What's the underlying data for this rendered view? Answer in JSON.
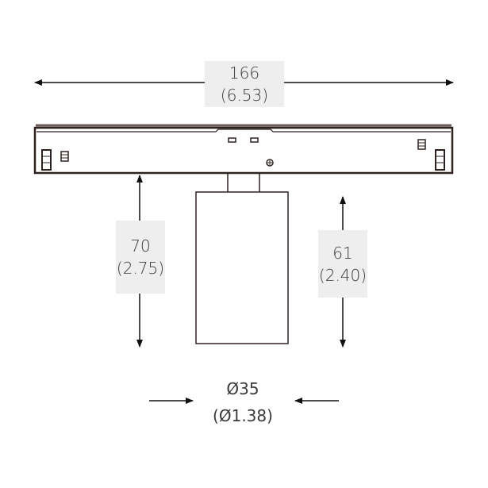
{
  "dimensions": {
    "length": {
      "mm": "166",
      "inch": "(6.53)"
    },
    "total_height": {
      "mm": "70",
      "inch": "(2.75)"
    },
    "head_height": {
      "mm": "61",
      "inch": "(2.40)"
    },
    "diameter": {
      "mm": "Ø35",
      "inch": "(Ø1.38)"
    }
  },
  "colors": {
    "line": "#2e2220",
    "label_bg": "#eeeeee",
    "text": "#3a3a3a"
  }
}
